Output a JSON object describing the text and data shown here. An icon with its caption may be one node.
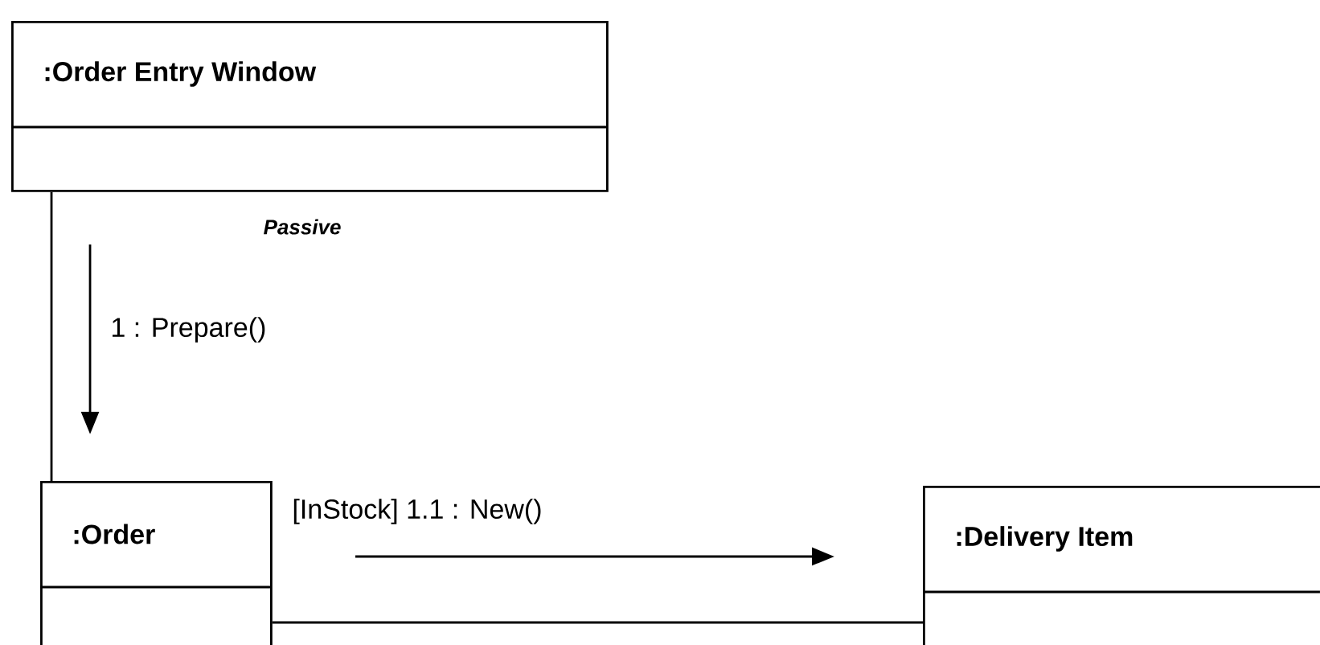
{
  "diagram": {
    "nodes": [
      {
        "text": [
          ":Order Entry Window"
        ]
      },
      {
        "text": [
          ":Order"
        ]
      },
      {
        "text": [
          ":Delivery Item"
        ]
      }
    ],
    "edges": [
      {
        "from": 0,
        "to": 1,
        "arrow": "none",
        "label": "1 : Prepare()"
      },
      {
        "from": 1,
        "to": 2,
        "arrow": "none",
        "label": "[InStock] 1.1 : New()"
      }
    ],
    "labels": [
      "Passive"
    ]
  }
}
